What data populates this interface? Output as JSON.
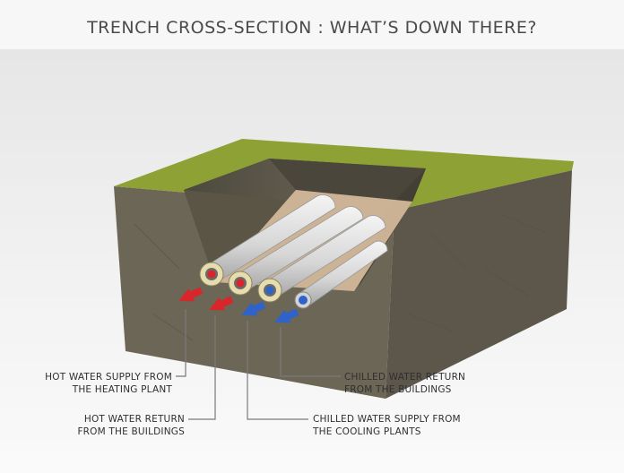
{
  "title": "TRENCH CROSS-SECTION : WHAT’S DOWN THERE?",
  "colors": {
    "hot": "#d9262a",
    "cold": "#2f63c9",
    "grass": "#8da134",
    "soil_front": "#6b6656",
    "soil_side": "#5c574a",
    "background": "#f7f7f7"
  },
  "labels": {
    "hot_supply": [
      "HOT WATER SUPPLY FROM",
      "THE HEATING PLANT"
    ],
    "hot_return": [
      "HOT WATER RETURN",
      "FROM THE BUILDINGS"
    ],
    "chilled_return": [
      "CHILLED WATER RETURN",
      "FROM THE BUILDINGS"
    ],
    "chilled_supply": [
      "CHILLED WATER SUPPLY FROM",
      "THE COOLING PLANTS"
    ]
  }
}
